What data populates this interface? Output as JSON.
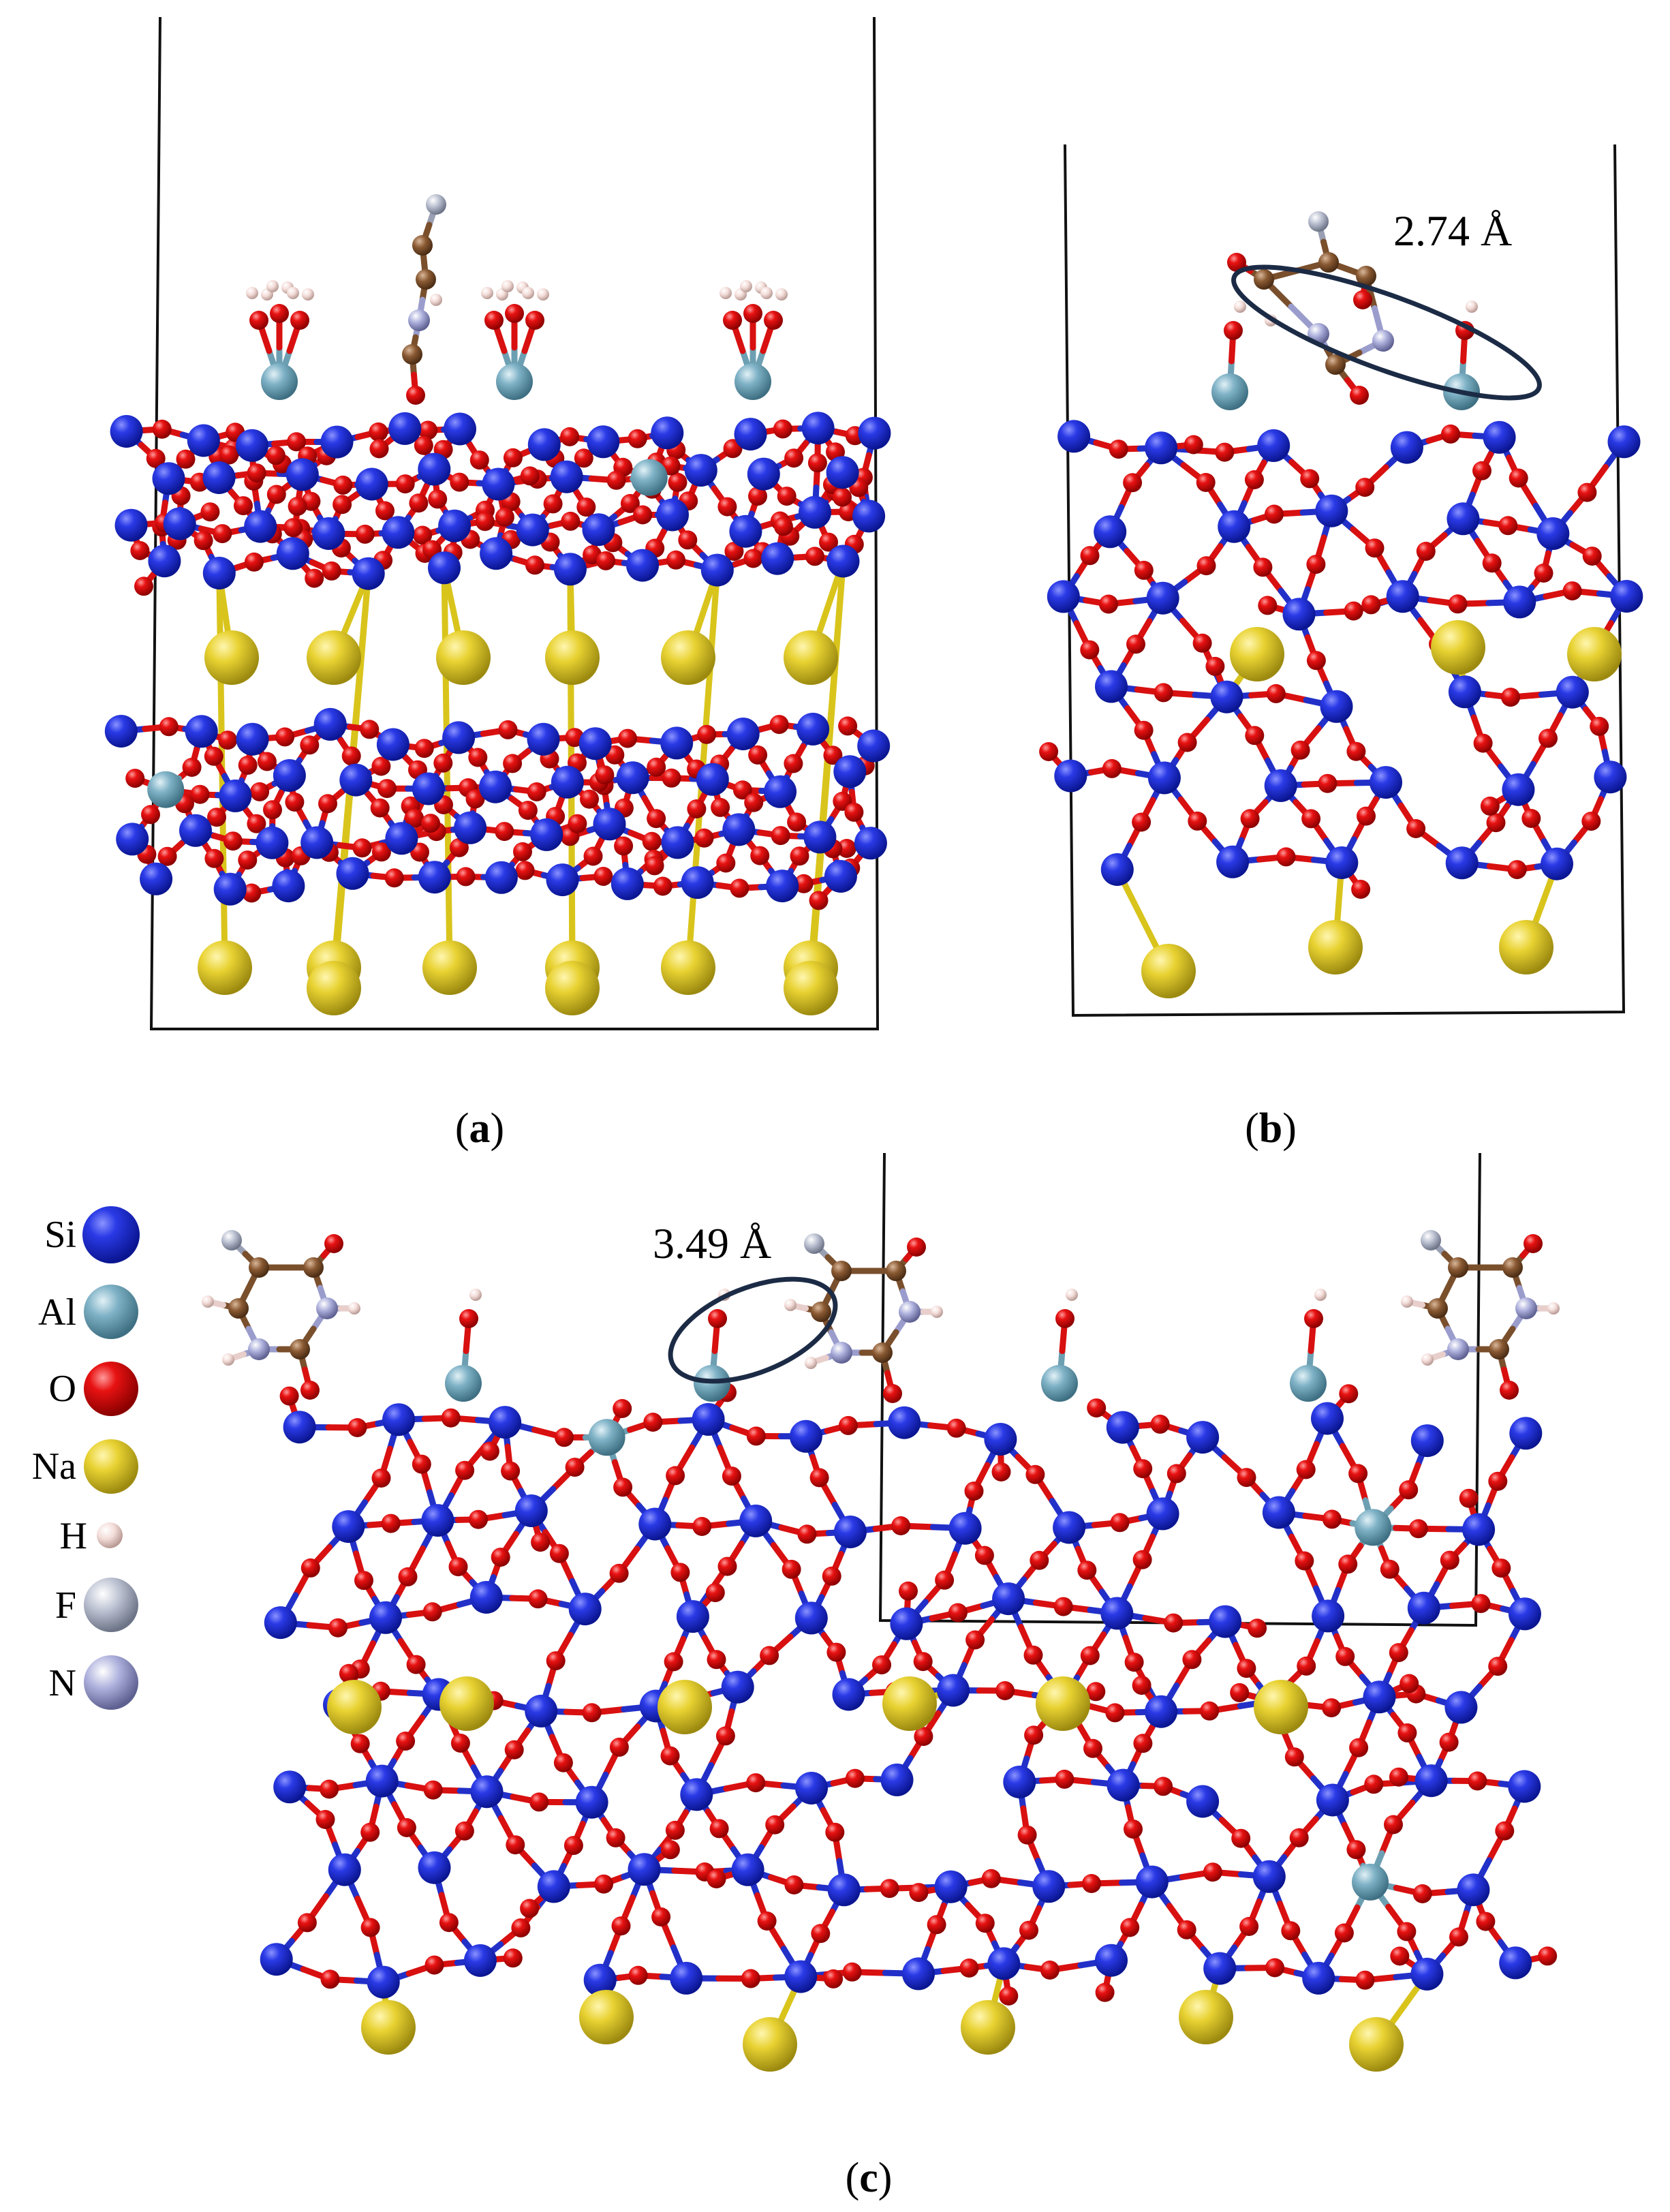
{
  "panels": [
    {
      "id": "a",
      "label_open": "(",
      "label_letter": "a",
      "label_close": ")"
    },
    {
      "id": "b",
      "label_open": "(",
      "label_letter": "b",
      "label_close": ")"
    },
    {
      "id": "c",
      "label_open": "(",
      "label_letter": "c",
      "label_close": ")"
    }
  ],
  "annotations": {
    "b_distance": "2.74 Å",
    "c_distance": "3.49 Å"
  },
  "legend": [
    {
      "symbol": "Si",
      "color": "#1f2fd6",
      "icon": "si-atom-icon"
    },
    {
      "symbol": "Al",
      "color": "#6fa3b8",
      "icon": "al-atom-icon"
    },
    {
      "symbol": "O",
      "color": "#e01010",
      "icon": "o-atom-icon"
    },
    {
      "symbol": "Na",
      "color": "#e6cf2a",
      "icon": "na-atom-icon"
    },
    {
      "symbol": "H",
      "color": "#f2d8d4",
      "icon": "h-atom-icon"
    },
    {
      "symbol": "F",
      "color": "#b4bacb",
      "icon": "f-atom-icon"
    },
    {
      "symbol": "N",
      "color": "#a9acd6",
      "icon": "n-atom-icon"
    }
  ]
}
